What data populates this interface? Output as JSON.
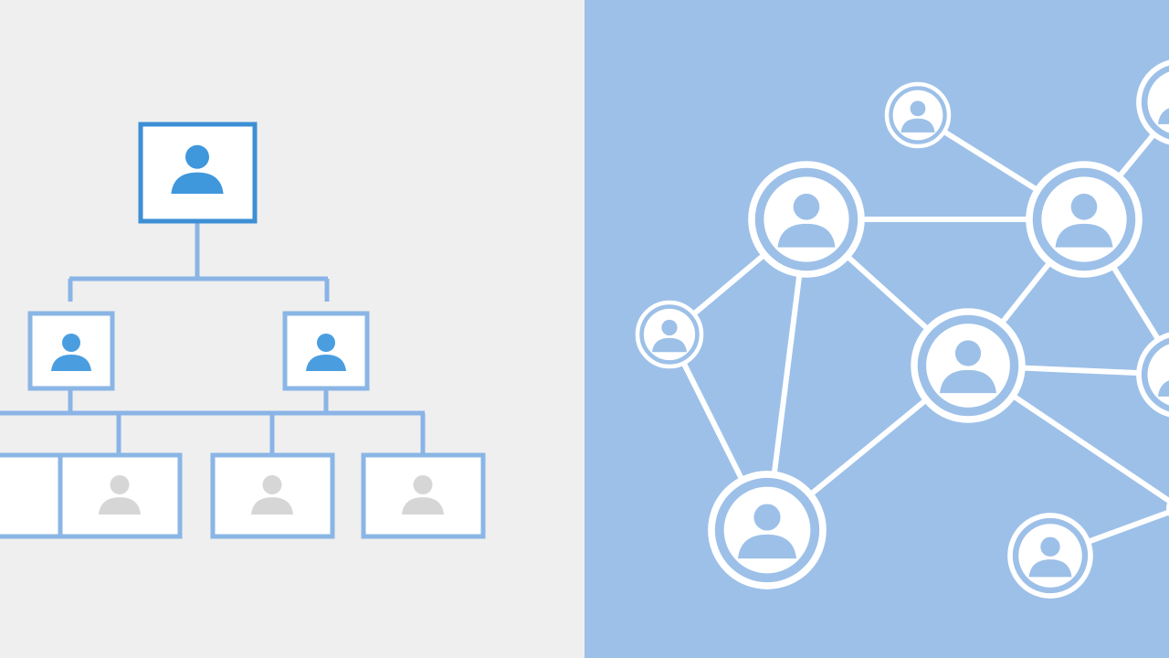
{
  "colors": {
    "left_background": "#efefef",
    "right_background": "#9dc0e8",
    "top_box_border": "#3d8fd4",
    "top_person": "#3f97dc",
    "box_border": "#8ab6e6",
    "connector": "#8ab4e6",
    "mid_person": "#4a9ee0",
    "bottom_person": "#d6d6d6",
    "network_white": "#ffffff",
    "network_person": "#9dc0e8"
  },
  "hierarchy": {
    "icon": "person-icon",
    "levels": [
      1,
      2,
      4
    ]
  },
  "network": {
    "icon": "person-icon",
    "node_count": 10
  }
}
